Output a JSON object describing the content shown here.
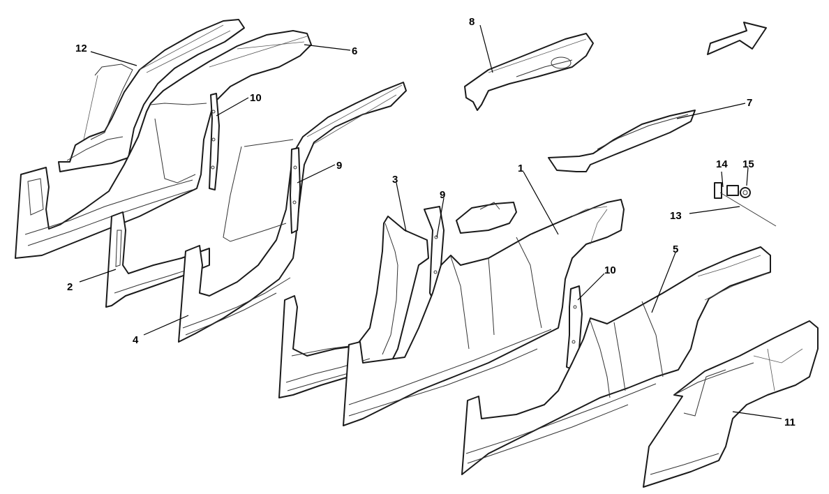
{
  "callouts": [
    {
      "id": "p1",
      "label": "1"
    },
    {
      "id": "p2",
      "label": "2"
    },
    {
      "id": "p3",
      "label": "3"
    },
    {
      "id": "p4",
      "label": "4"
    },
    {
      "id": "p5",
      "label": "5"
    },
    {
      "id": "p6",
      "label": "6"
    },
    {
      "id": "p7",
      "label": "7"
    },
    {
      "id": "p8",
      "label": "8"
    },
    {
      "id": "p9a",
      "label": "9"
    },
    {
      "id": "p9b",
      "label": "9"
    },
    {
      "id": "p10a",
      "label": "10"
    },
    {
      "id": "p10b",
      "label": "10"
    },
    {
      "id": "p11",
      "label": "11"
    },
    {
      "id": "p12",
      "label": "12"
    },
    {
      "id": "p13",
      "label": "13"
    },
    {
      "id": "p14",
      "label": "14"
    },
    {
      "id": "p15",
      "label": "15"
    }
  ],
  "orientation_arrow": {
    "icon": "direction-arrow-icon"
  }
}
